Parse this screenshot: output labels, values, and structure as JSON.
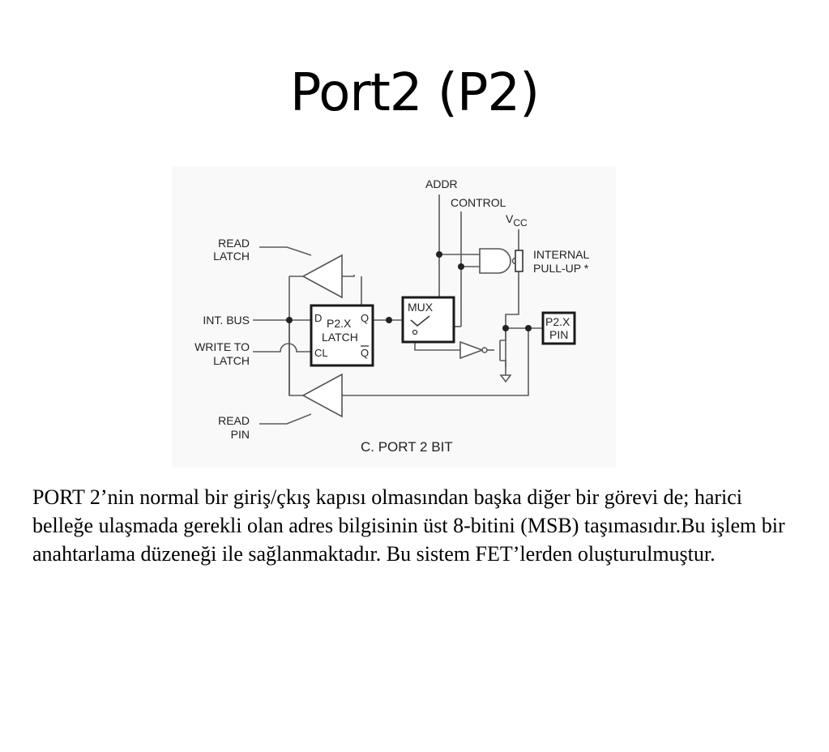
{
  "slide": {
    "title": "Port2 (P2)",
    "body": "PORT 2’nin normal bir giriş/çkış kapısı olmasından başka diğer bir görevi de; harici belleğe ulaşmada gerekli olan adres bilgisinin üst 8-bitini (MSB) taşımasıdır.Bu işlem bir anahtarlama düzeneği ile sağlanmaktadır. Bu sistem FET’lerden oluşturulmuştur."
  },
  "diagram": {
    "caption": "C. PORT 2 BIT",
    "labels": {
      "addr": "ADDR",
      "control": "CONTROL",
      "vcc_v": "V",
      "vcc_sub": "CC",
      "read_latch_1": "READ",
      "read_latch_2": "LATCH",
      "int_bus": "INT. BUS",
      "write_latch_1": "WRITE TO",
      "write_latch_2": "LATCH",
      "read_pin_1": "READ",
      "read_pin_2": "PIN",
      "latch_d": "D",
      "latch_name_1": "P2.X",
      "latch_name_2": "LATCH",
      "latch_q": "Q",
      "latch_cl": "CL",
      "latch_qbar": "Q",
      "mux": "MUX",
      "pullup_1": "INTERNAL",
      "pullup_2": "PULL-UP *",
      "pin_1": "P2.X",
      "pin_2": "PIN"
    }
  }
}
